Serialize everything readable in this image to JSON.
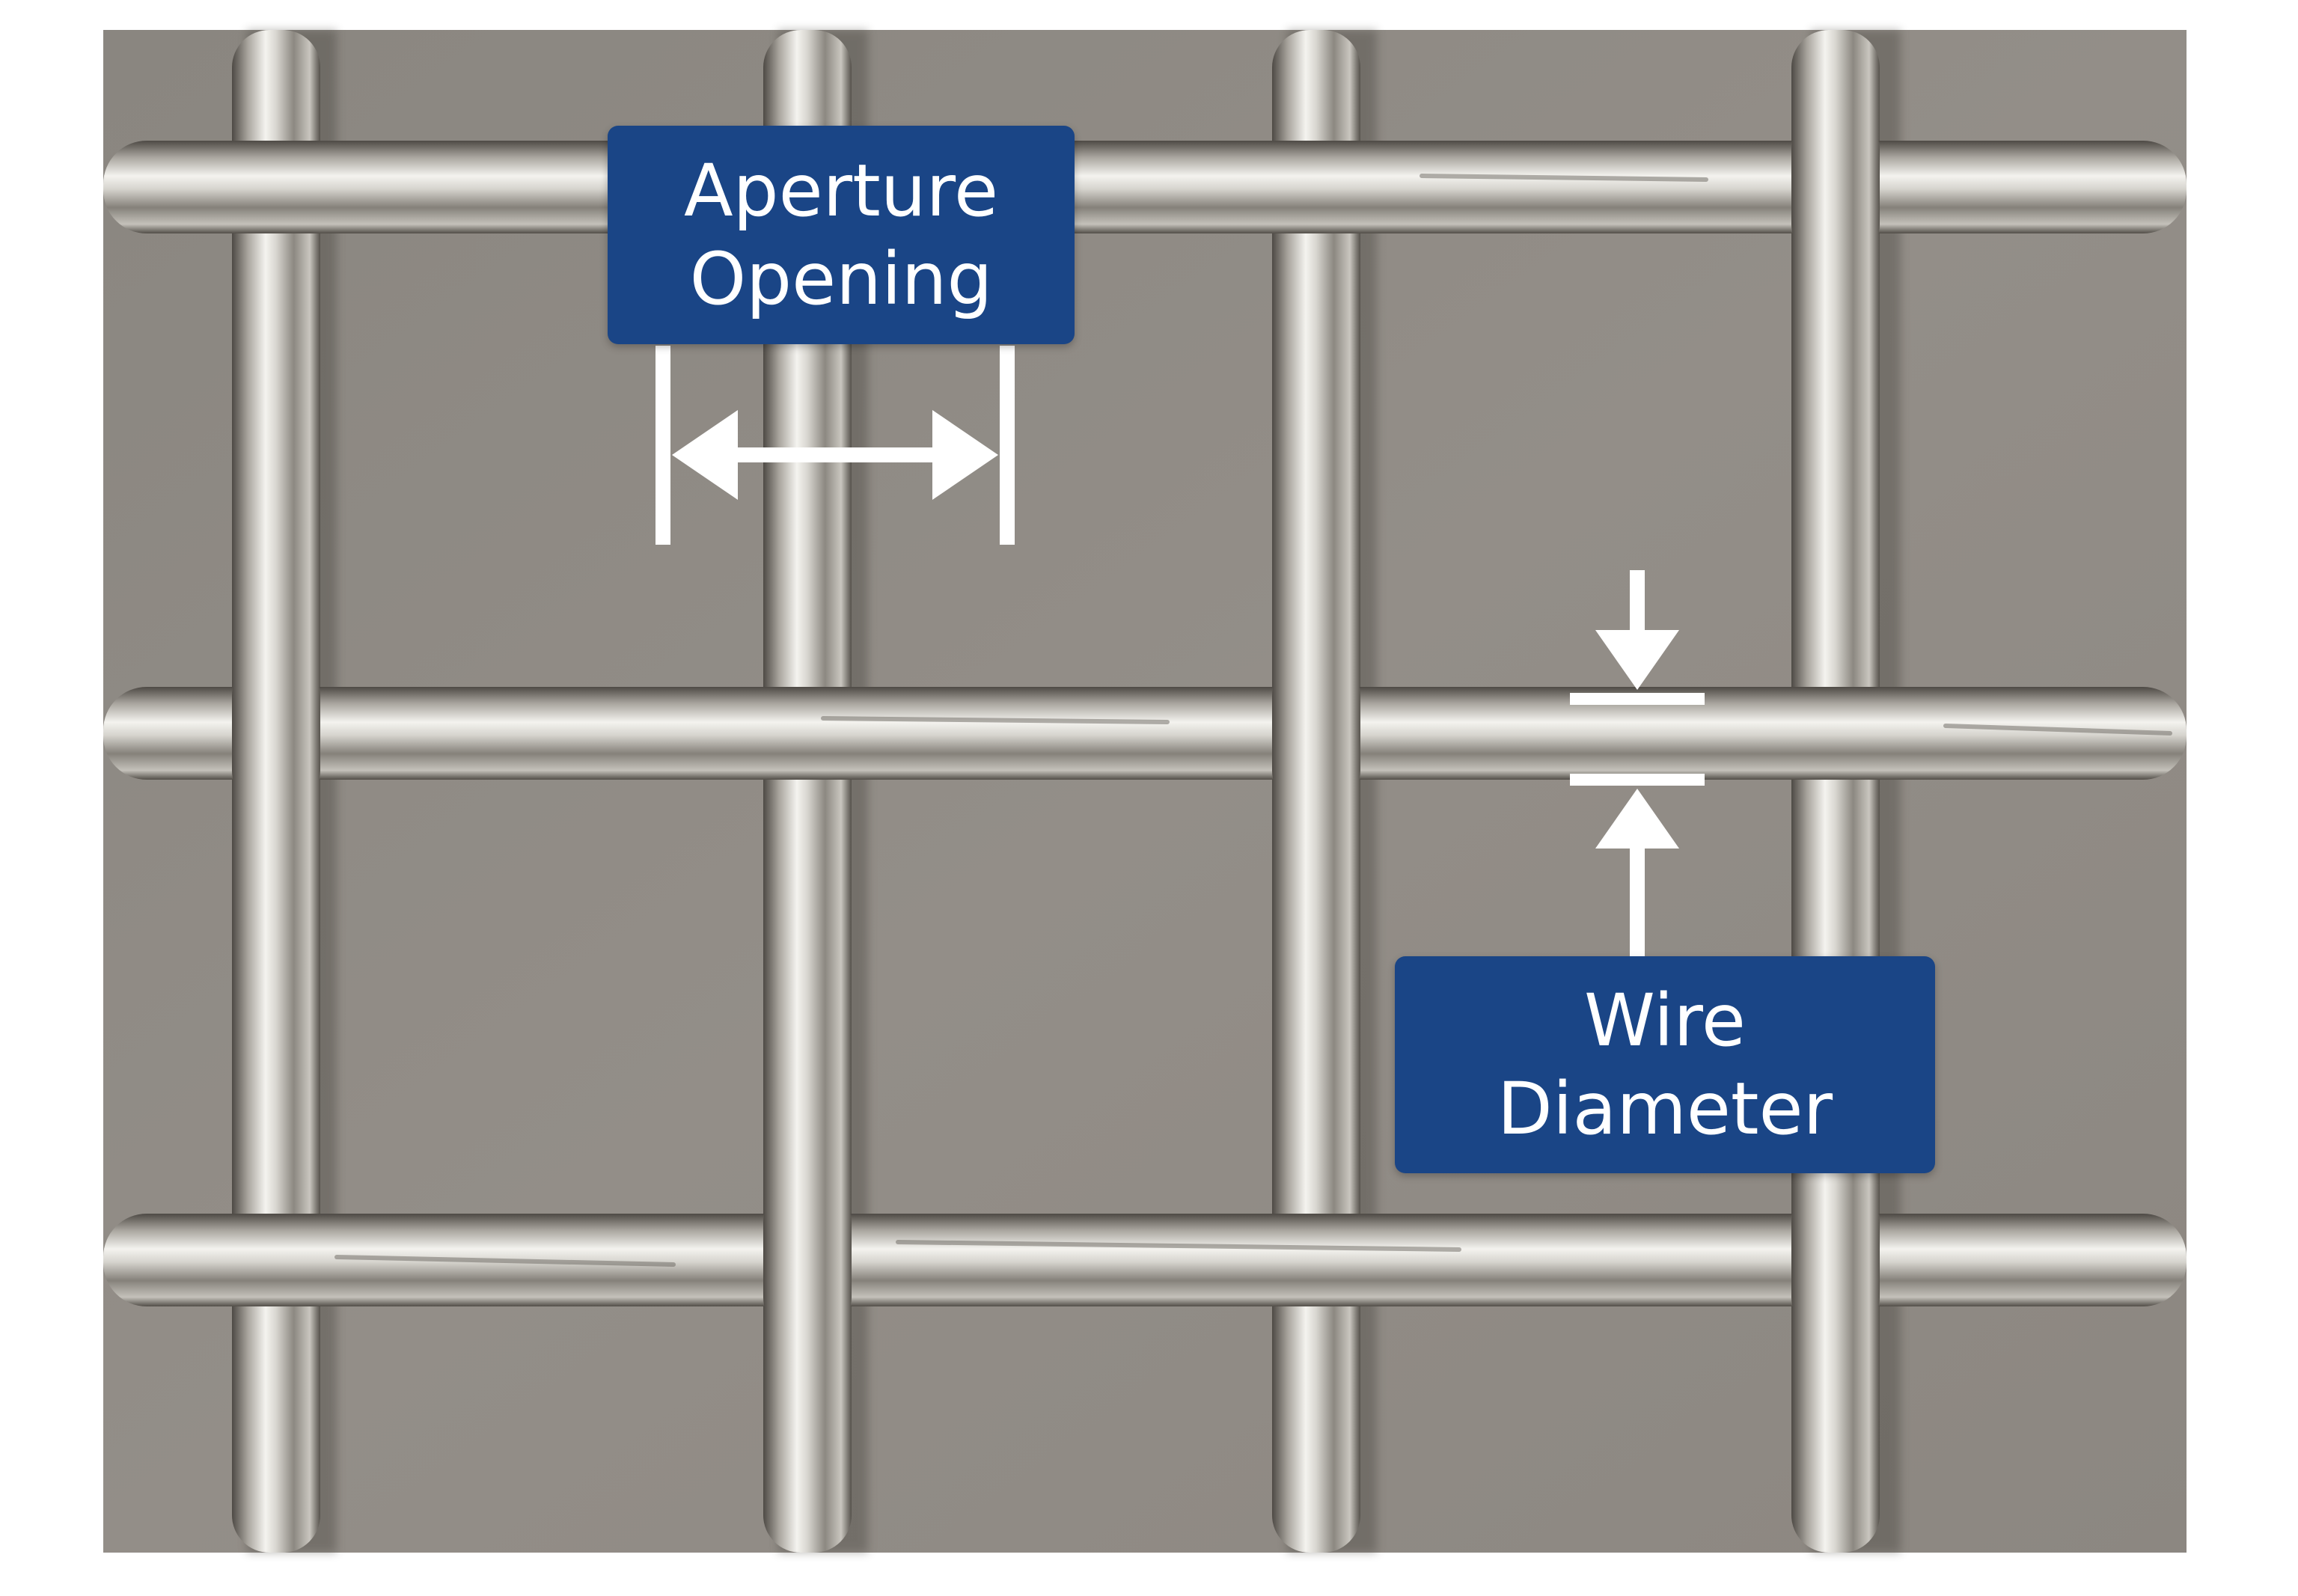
{
  "labels": {
    "aperture": {
      "line1": "Aperture",
      "line2": "Opening"
    },
    "wire": {
      "line1": "Wire",
      "line2": "Diameter"
    }
  },
  "colors": {
    "label_bg": "#1a4586",
    "label_text": "#ffffff",
    "annotation": "#ffffff",
    "background": "#8f8a84",
    "wire_light": "#eeeeea",
    "wire_mid": "#b8b5ae",
    "wire_dark": "#5f5b55"
  },
  "icons": {
    "aperture_marker": "double-arrow-horizontal",
    "wire_marker": "arrows-pointing-inward-vertical"
  }
}
